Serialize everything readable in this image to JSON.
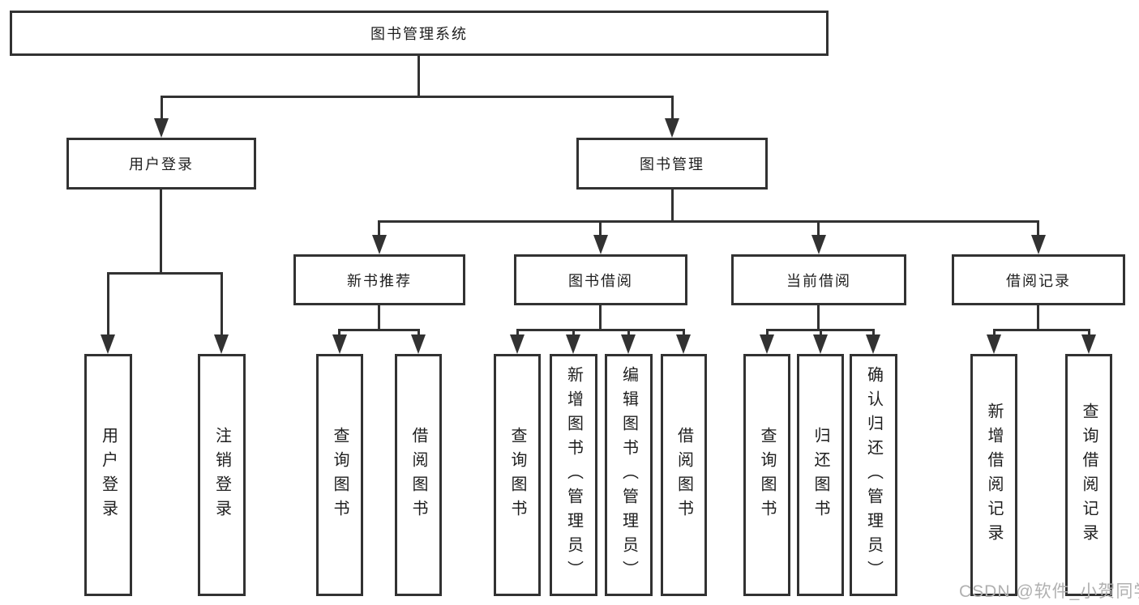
{
  "colors": {
    "line": "#323232",
    "text": "#1e1e1e",
    "watermark": "#b0b0b0",
    "background": "#ffffff"
  },
  "tree": {
    "root": {
      "label": "图书管理系统"
    },
    "branches": [
      {
        "label": "用户登录",
        "children": [
          {
            "label": "用户登录"
          },
          {
            "label": "注销登录"
          }
        ]
      },
      {
        "label": "图书管理",
        "children": [
          {
            "label": "新书推荐",
            "children": [
              {
                "label": "查询图书"
              },
              {
                "label": "借阅图书"
              }
            ]
          },
          {
            "label": "图书借阅",
            "children": [
              {
                "label": "查询图书"
              },
              {
                "label": "新增图书（管理员）"
              },
              {
                "label": "编辑图书（管理员）"
              },
              {
                "label": "借阅图书"
              }
            ]
          },
          {
            "label": "当前借阅",
            "children": [
              {
                "label": "查询图书"
              },
              {
                "label": "归还图书"
              },
              {
                "label": "确认归还（管理员）"
              }
            ]
          },
          {
            "label": "借阅记录",
            "children": [
              {
                "label": "新增借阅记录"
              },
              {
                "label": "查询借阅记录"
              }
            ]
          }
        ]
      }
    ]
  },
  "watermark": {
    "text": "CSDN @软件_小贺同学"
  }
}
